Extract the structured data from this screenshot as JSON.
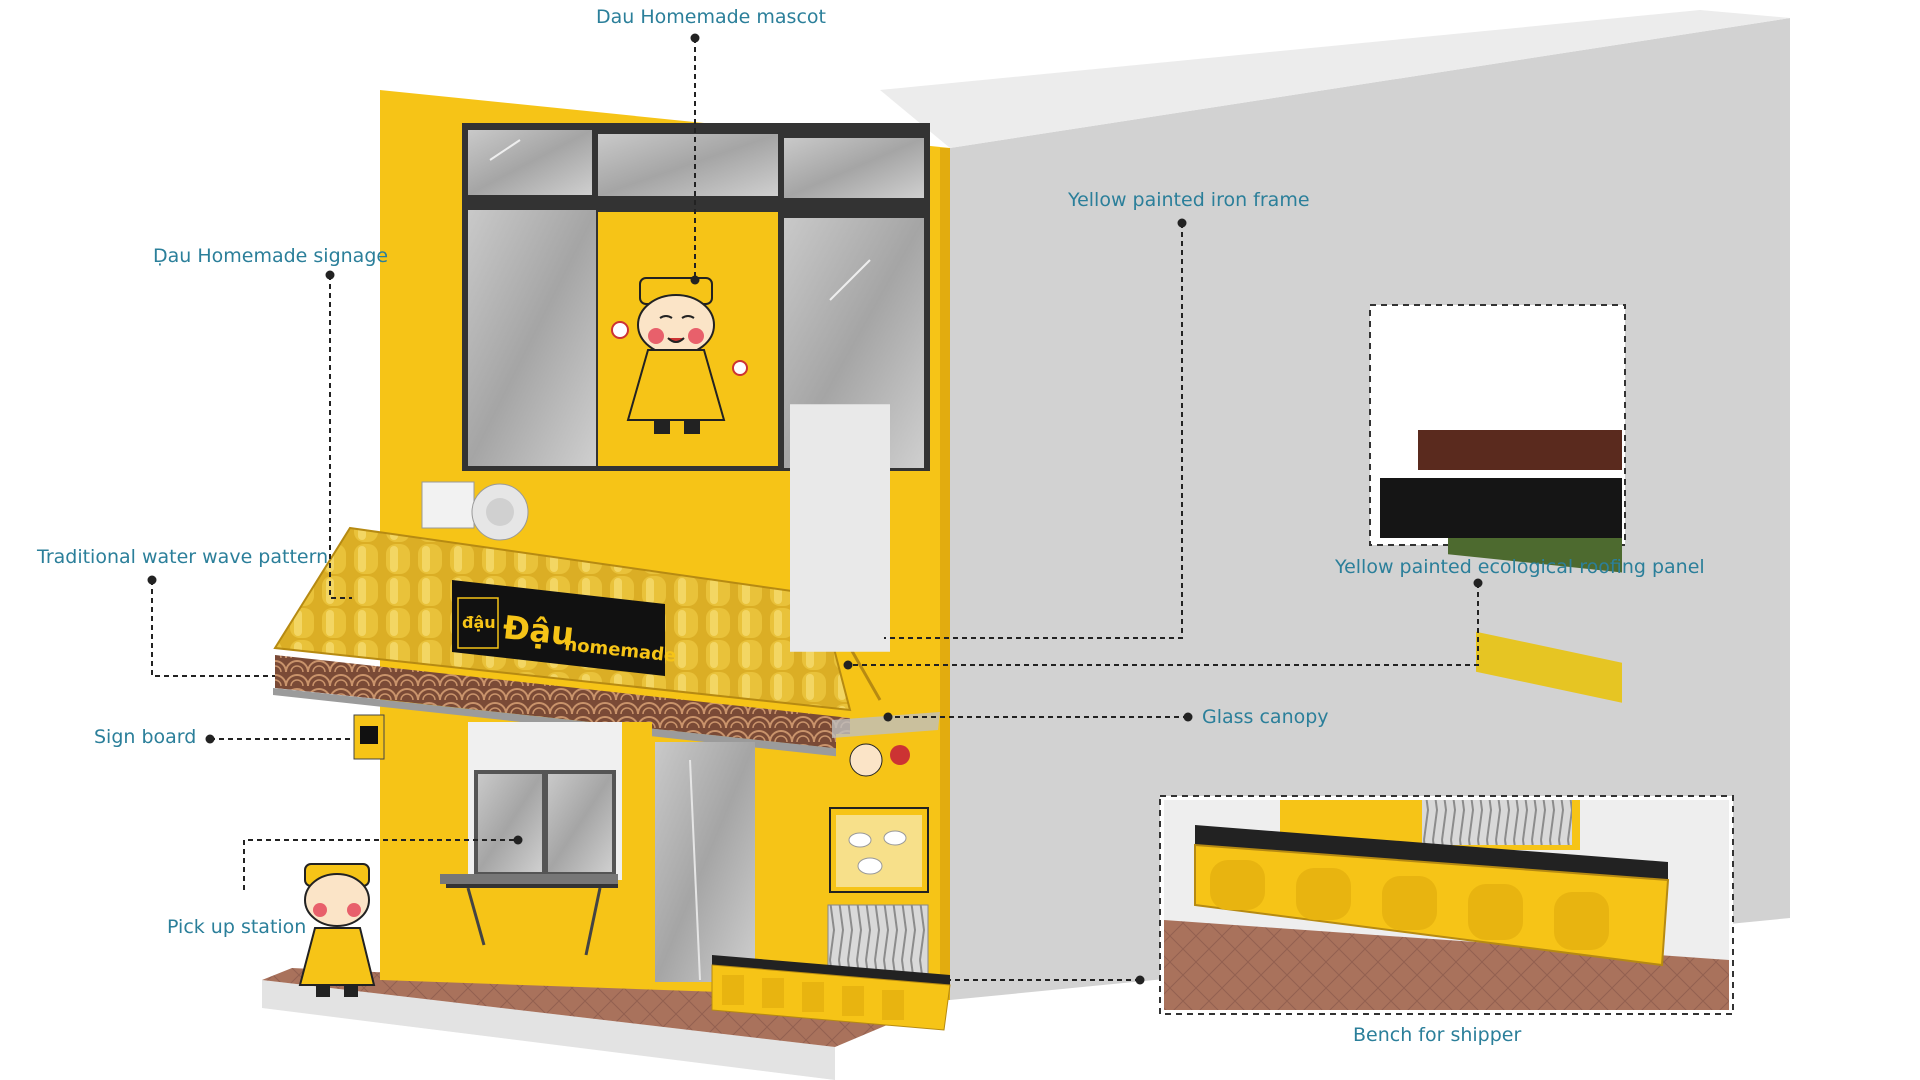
{
  "annotations": {
    "mascot": "Dau Homemade mascot",
    "signage": "Ḍau Homemade signage",
    "iron_frame": "Yellow painted iron frame",
    "water_wave": "Traditional water wave pattern",
    "roofing_panel": "Yellow painted ecological roofing panel",
    "sign_board": "Sign board",
    "glass_canopy": "Glass canopy",
    "pick_up_station": "Pick up station",
    "bench": "Bench for shipper"
  },
  "signage_text": {
    "brand_small": "đậu",
    "brand_main": "Đậu",
    "brand_suffix": "homemade"
  },
  "colors": {
    "facade_yellow": "#f6c417",
    "label_teal": "#2b7f9a",
    "side_wall_gray": "#d2d2d2",
    "sign_black": "#111111",
    "roof_tile": "#dbae25",
    "wave_band": "#7a4a36",
    "floor": "#a9725c"
  },
  "inset_roof_colors": [
    "#e6c523",
    "#4d6a2f",
    "#5a2a1e",
    "#151515"
  ]
}
